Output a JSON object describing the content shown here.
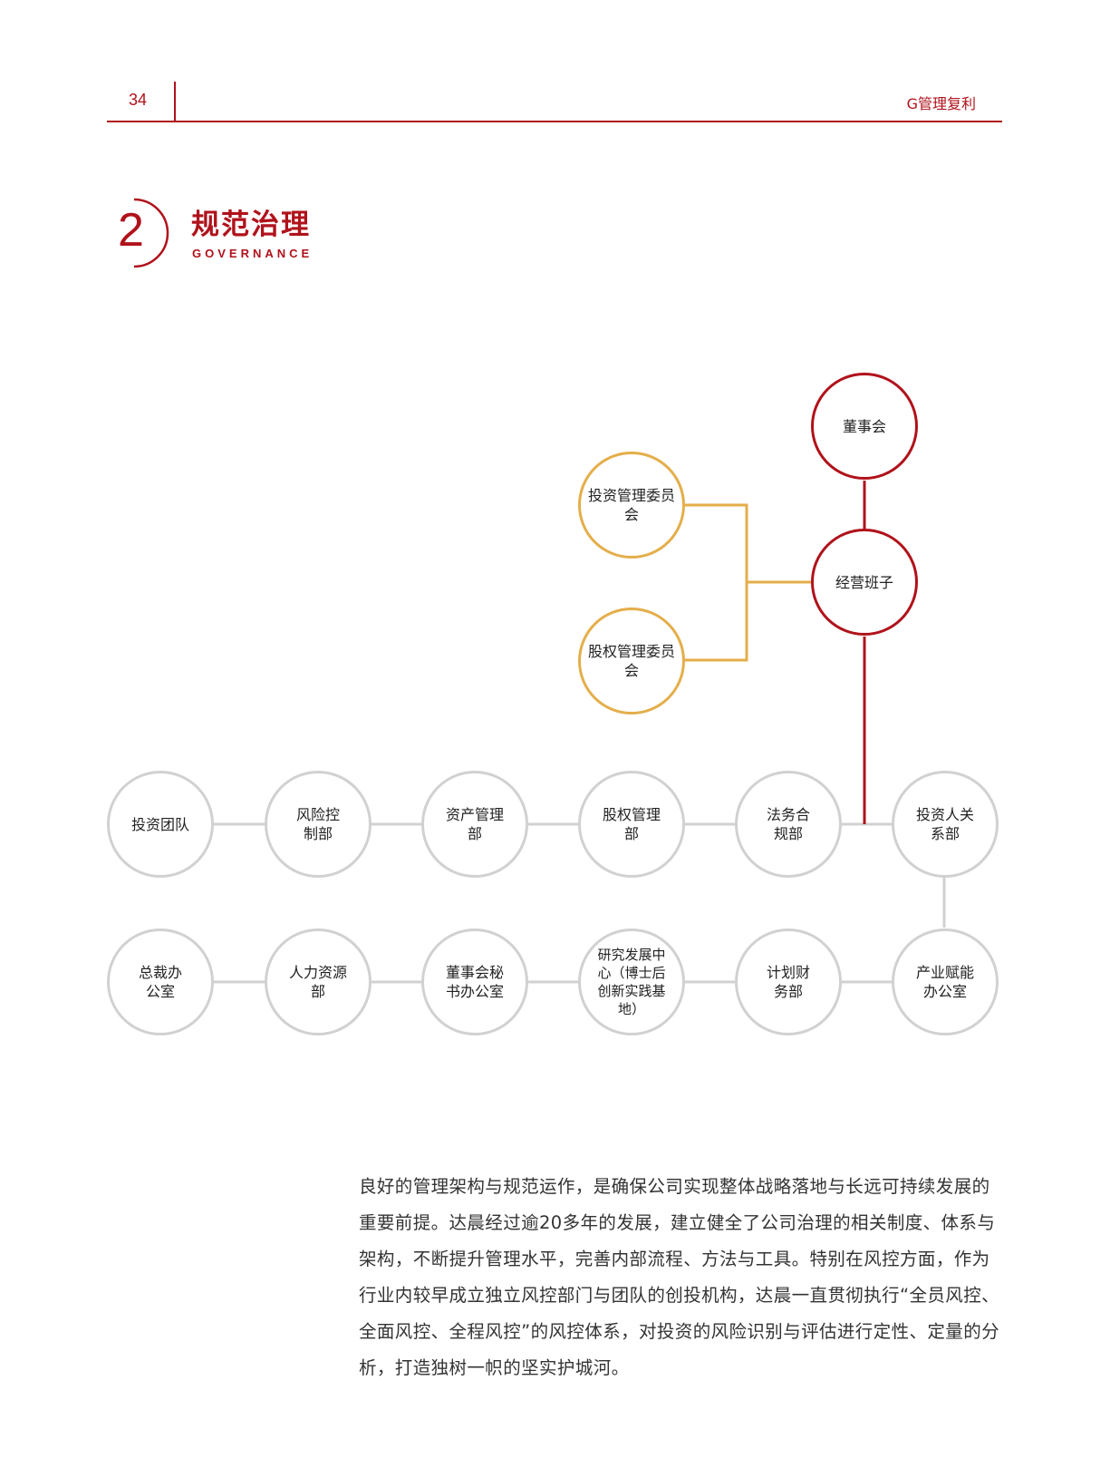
{
  "header": {
    "page_number": "34",
    "section": "G管理复利"
  },
  "chapter": {
    "number": "2",
    "title": "规范治理",
    "subtitle": "GOVERNANCE"
  },
  "org_chart": {
    "board": "董事会",
    "management": "经营班子",
    "committees": [
      "投资管理委员会",
      "股权管理委员会"
    ],
    "row1": [
      "投资团队",
      "风险控制部",
      "资产管理部",
      "股权管理部",
      "法务合规部",
      "投资人关系部"
    ],
    "row2": [
      "总裁办公室",
      "人力资源部",
      "董事会秘书办公室",
      "研究发展中心（博士后创新实践基地）",
      "计划财务部",
      "产业赋能办公室"
    ]
  },
  "body_text": "良好的管理架构与规范运作，是确保公司实现整体战略落地与长远可持续发展的重要前提。达晨经过逾20多年的发展，建立健全了公司治理的相关制度、体系与架构，不断提升管理水平，完善内部流程、方法与工具。特别在风控方面，作为行业内较早成立独立风控部门与团队的创投机构，达晨一直贯彻执行“全员风控、全面风控、全程风控”的风控体系，对投资的风险识别与评估进行定性、定量的分析，打造独树一帜的坚实护城河。",
  "colors": {
    "brand_red": "#b0121b",
    "committee_gold": "#e4ae4a",
    "department_gray": "#d1d1d1"
  }
}
